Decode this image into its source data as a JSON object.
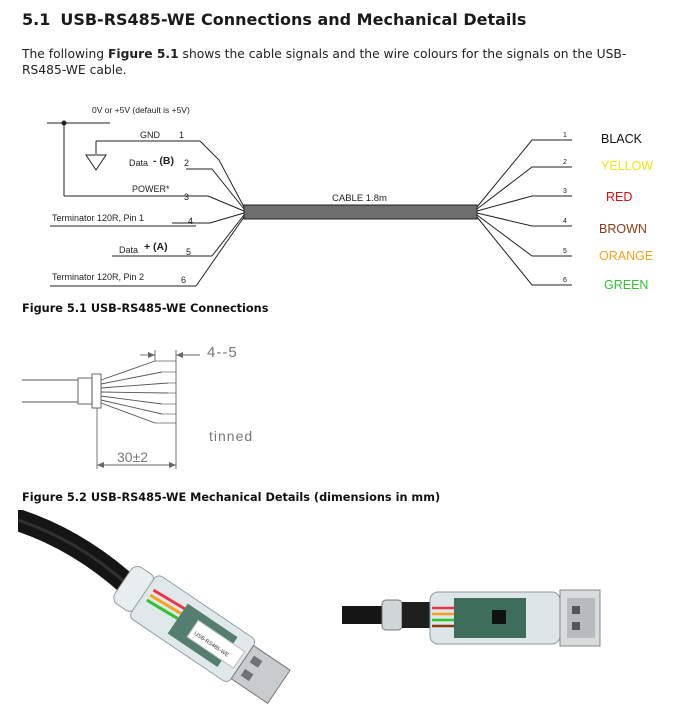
{
  "section": {
    "number": "5.1",
    "title": "USB-RS485-WE Connections and Mechanical Details"
  },
  "intro": {
    "before": "The following ",
    "figure_ref": "Figure 5.1",
    "after": " shows the cable signals and the wire colours for the signals on the USB-RS485-WE cable."
  },
  "figure1": {
    "caption": "Figure 5.1 USB-RS485-WE Connections",
    "supply_note": "0V or +5V (default is +5V)",
    "cable_label": "CABLE 1.8m",
    "left_pins": [
      {
        "label": "GND",
        "pin": "1"
      },
      {
        "label": "Data",
        "suffix": "- (B)",
        "pin": "2"
      },
      {
        "label": "POWER*",
        "pin": "3"
      },
      {
        "label": "Terminator 120R, Pin 1",
        "pin": "4"
      },
      {
        "label": "Data",
        "suffix": "+ (A)",
        "pin": "5"
      },
      {
        "label": "Terminator 120R, Pin 2",
        "pin": "6"
      }
    ],
    "wires": [
      {
        "pin": "1",
        "colour_name": "BLACK",
        "colour": "#111111"
      },
      {
        "pin": "2",
        "colour_name": "YELLOW",
        "colour": "#f2e312"
      },
      {
        "pin": "3",
        "colour_name": "RED",
        "colour": "#e30b0b"
      },
      {
        "pin": "4",
        "colour_name": "BROWN",
        "colour": "#8a3a12"
      },
      {
        "pin": "5",
        "colour_name": "ORANGE",
        "colour": "#f7a21b"
      },
      {
        "pin": "6",
        "colour_name": "GREEN",
        "colour": "#2fc42f"
      }
    ]
  },
  "figure2": {
    "caption": "Figure 5.2 USB-RS485-WE Mechanical Details (dimensions in mm)",
    "strip_length": "4--5",
    "tinned": "tinned",
    "overall_length": "30±2"
  },
  "photos": {
    "label": "USB-RS485-WE"
  }
}
